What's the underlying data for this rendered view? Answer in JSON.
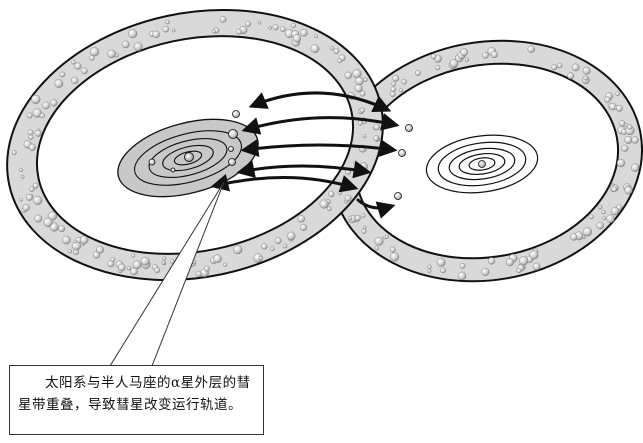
{
  "caption": {
    "text": "太阳系与半人马座的α星外层的彗星带重叠，导致彗星改变运行轨道。"
  },
  "colors": {
    "ring_fill": "#d9d9d9",
    "inner_fill": "#c8c8c8",
    "stroke": "#111111",
    "background": "#ffffff"
  },
  "icons": {
    "comet_dots": "small-sphere",
    "arrows": "curved-double-arrow"
  }
}
